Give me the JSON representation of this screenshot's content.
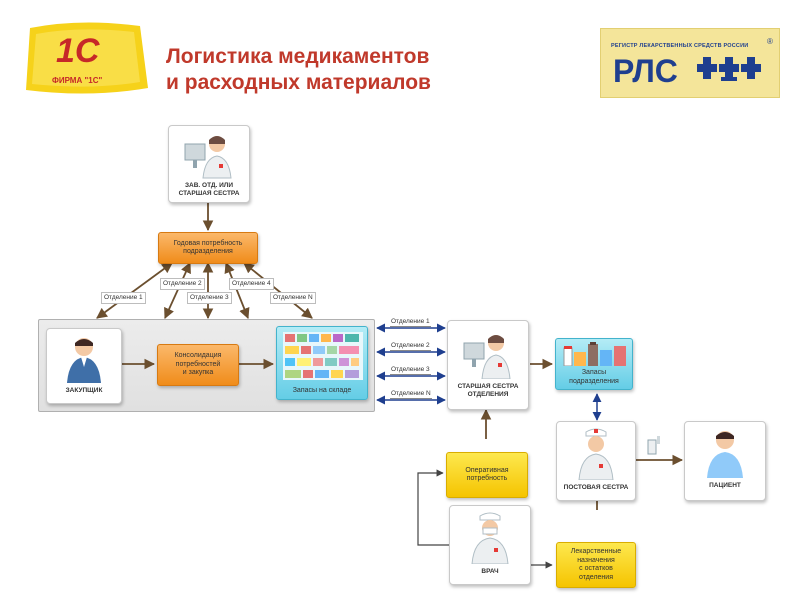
{
  "header": {
    "title_line1": "Логистика медикаментов",
    "title_line2": "и расходных материалов"
  },
  "logo_1c": {
    "caption": "ФИРМА \"1С\"",
    "mark": "1С"
  },
  "logo_rls": {
    "top_text": "РЕГИСТР ЛЕКАРСТВЕННЫХ СРЕДСТВ РОССИИ",
    "mark": "РЛС",
    "reg": "®"
  },
  "nodes": {
    "head_nurse_top": {
      "line1": "ЗАВ. ОТД. ИЛИ",
      "line2": "СТАРШАЯ СЕСТРА"
    },
    "annual_need": {
      "line1": "Годовая потребность",
      "line2": "подразделения"
    },
    "buyer": {
      "label": "ЗАКУПЩИК"
    },
    "consolidation": {
      "line1": "Консолидация",
      "line2": "потребностей",
      "line3": "и закупка"
    },
    "warehouse": {
      "label": "Запасы на складе"
    },
    "senior_nurse": {
      "line1": "СТАРШАЯ СЕСТРА",
      "line2": "ОТДЕЛЕНИЯ"
    },
    "dept_stock": {
      "line1": "Запасы",
      "line2": "подразделения"
    },
    "ward_nurse": {
      "label": "ПОСТОВАЯ СЕСТРА"
    },
    "patient": {
      "label": "ПАЦИЕНТ"
    },
    "operative_need": {
      "line1": "Оперативная",
      "line2": "потребность"
    },
    "doctor": {
      "label": "ВРАЧ"
    },
    "prescriptions": {
      "line1": "Лекарственные",
      "line2": "назначения",
      "line3": "с остатков",
      "line4": "отделения"
    }
  },
  "dept_labels_top": [
    "Отделение 1",
    "Отделение 2",
    "Отделение 3",
    "Отделение 4",
    "Отделение N"
  ],
  "dept_labels_right": [
    "Отделение 1",
    "Отделение 2",
    "Отделение 3",
    "Отделение N"
  ],
  "colors": {
    "title": "#c0392b",
    "orange": "#f08c1a",
    "yellow": "#f5c400",
    "teal": "#64cde6",
    "arrow": "#6b4f2f",
    "blue_arrow": "#1f3f8f"
  }
}
